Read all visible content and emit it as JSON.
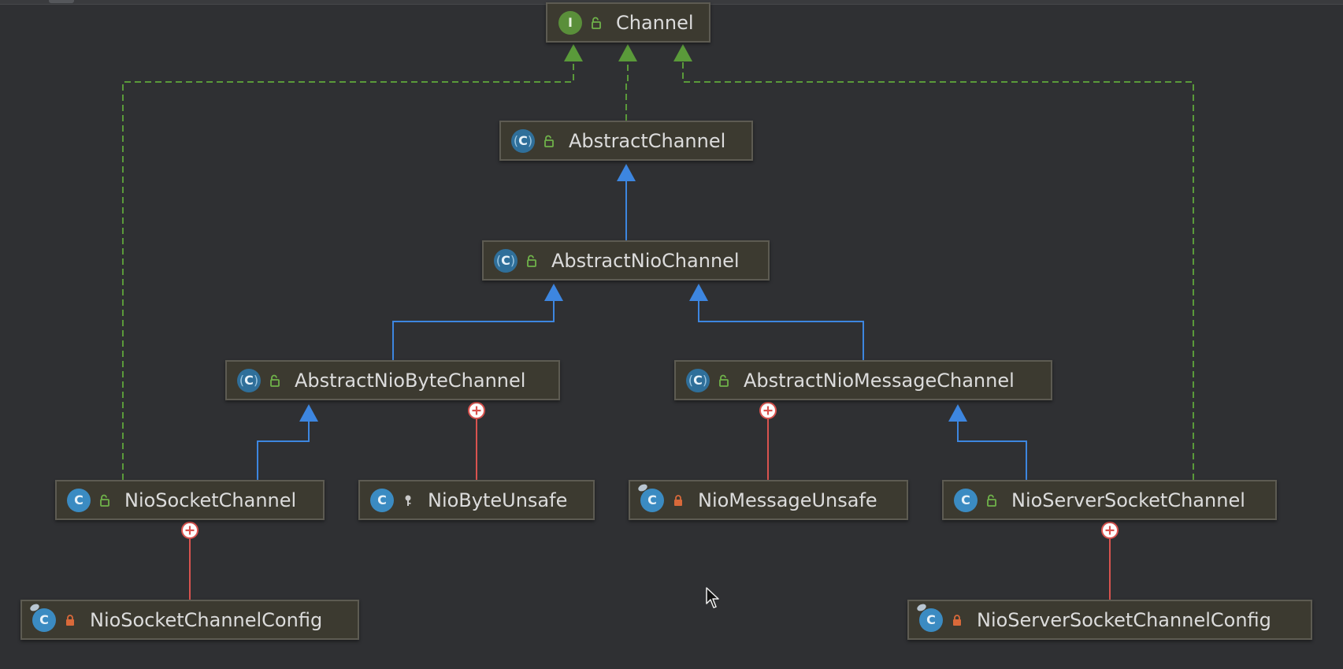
{
  "diagram": {
    "nodes": [
      {
        "id": "channel",
        "label": "Channel",
        "kind": "interface",
        "visibility": "public"
      },
      {
        "id": "abstract-channel",
        "label": "AbstractChannel",
        "kind": "abstract-class",
        "visibility": "public"
      },
      {
        "id": "abstract-nio-channel",
        "label": "AbstractNioChannel",
        "kind": "abstract-class",
        "visibility": "public"
      },
      {
        "id": "abstract-nio-byte-channel",
        "label": "AbstractNioByteChannel",
        "kind": "abstract-class",
        "visibility": "public"
      },
      {
        "id": "abstract-nio-message-channel",
        "label": "AbstractNioMessageChannel",
        "kind": "abstract-class",
        "visibility": "public"
      },
      {
        "id": "nio-socket-channel",
        "label": "NioSocketChannel",
        "kind": "class",
        "visibility": "public"
      },
      {
        "id": "nio-byte-unsafe",
        "label": "NioByteUnsafe",
        "kind": "class",
        "visibility": "protected"
      },
      {
        "id": "nio-message-unsafe",
        "label": "NioMessageUnsafe",
        "kind": "inner-class",
        "visibility": "private"
      },
      {
        "id": "nio-server-socket-channel",
        "label": "NioServerSocketChannel",
        "kind": "class",
        "visibility": "public"
      },
      {
        "id": "nio-socket-channel-config",
        "label": "NioSocketChannelConfig",
        "kind": "inner-class",
        "visibility": "private"
      },
      {
        "id": "nio-server-socket-channel-config",
        "label": "NioServerSocketChannelConfig",
        "kind": "inner-class",
        "visibility": "private"
      }
    ],
    "edges": [
      {
        "from": "abstract-channel",
        "to": "channel",
        "type": "implements"
      },
      {
        "from": "nio-socket-channel",
        "to": "channel",
        "type": "implements"
      },
      {
        "from": "nio-server-socket-channel",
        "to": "channel",
        "type": "implements"
      },
      {
        "from": "abstract-nio-channel",
        "to": "abstract-channel",
        "type": "extends"
      },
      {
        "from": "abstract-nio-byte-channel",
        "to": "abstract-nio-channel",
        "type": "extends"
      },
      {
        "from": "abstract-nio-message-channel",
        "to": "abstract-nio-channel",
        "type": "extends"
      },
      {
        "from": "nio-socket-channel",
        "to": "abstract-nio-byte-channel",
        "type": "extends"
      },
      {
        "from": "nio-server-socket-channel",
        "to": "abstract-nio-message-channel",
        "type": "extends"
      },
      {
        "from": "nio-byte-unsafe",
        "to": "abstract-nio-byte-channel",
        "type": "inner"
      },
      {
        "from": "nio-message-unsafe",
        "to": "abstract-nio-message-channel",
        "type": "inner"
      },
      {
        "from": "nio-socket-channel-config",
        "to": "nio-socket-channel",
        "type": "inner"
      },
      {
        "from": "nio-server-socket-channel-config",
        "to": "nio-server-socket-channel",
        "type": "inner"
      }
    ],
    "colors": {
      "implements": "#5a9a3a",
      "extends": "#3d86e0",
      "inner": "#d9534f",
      "background": "#2f3033"
    },
    "icons": {
      "interface": "interface-i-icon",
      "class": "class-c-icon",
      "public": "unlocked-padlock-icon",
      "protected": "key-icon",
      "private": "locked-padlock-icon"
    }
  }
}
